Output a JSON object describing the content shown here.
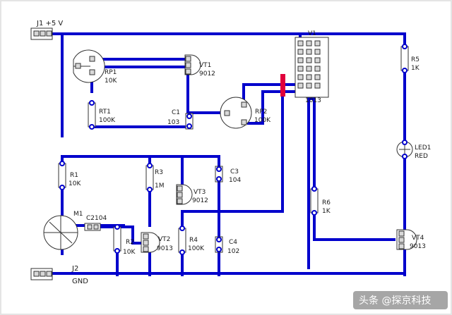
{
  "colors": {
    "background": "#ffffff",
    "frame": "#e4e4e4",
    "trace": "#0000cc",
    "outline": "#333333",
    "pad_fill": "#d8d8d8",
    "jumper": "#e0003c",
    "watermark_text": "#ffffff"
  },
  "labels": {
    "j1": "J1 +5 V",
    "j2": "J2",
    "gnd": "GND",
    "v1": "V1",
    "v1_part": "1013",
    "rp1": "RP1",
    "rp1_val": "10K",
    "vt1": "VT1",
    "vt1_val": "9012",
    "rt1": "RT1",
    "rt1_val": "100K",
    "c1": "C1",
    "c1_val": "103",
    "rp2": "RP2",
    "rp2_val": "100K",
    "r5": "R5",
    "r5_val": "1K",
    "led1": "LED1",
    "led1_val": "RED",
    "r1": "R1",
    "r1_val": "10K",
    "r3": "R3",
    "r3_val": "1M",
    "c3": "C3",
    "c3_val": "104",
    "vt3": "VT3",
    "vt3_val": "9012",
    "r6": "R6",
    "r6_val": "1K",
    "m1": "M1",
    "c2": "C2104",
    "r2": "R2",
    "r2_val": "10K",
    "vt2": "VT2",
    "vt2_val": "9013",
    "r4": "R4",
    "r4_val": "100K",
    "c4": "C4",
    "c4_val": "102",
    "vt4": "VT4",
    "vt4_val": "9013"
  },
  "watermark": "头条 @探京科技"
}
